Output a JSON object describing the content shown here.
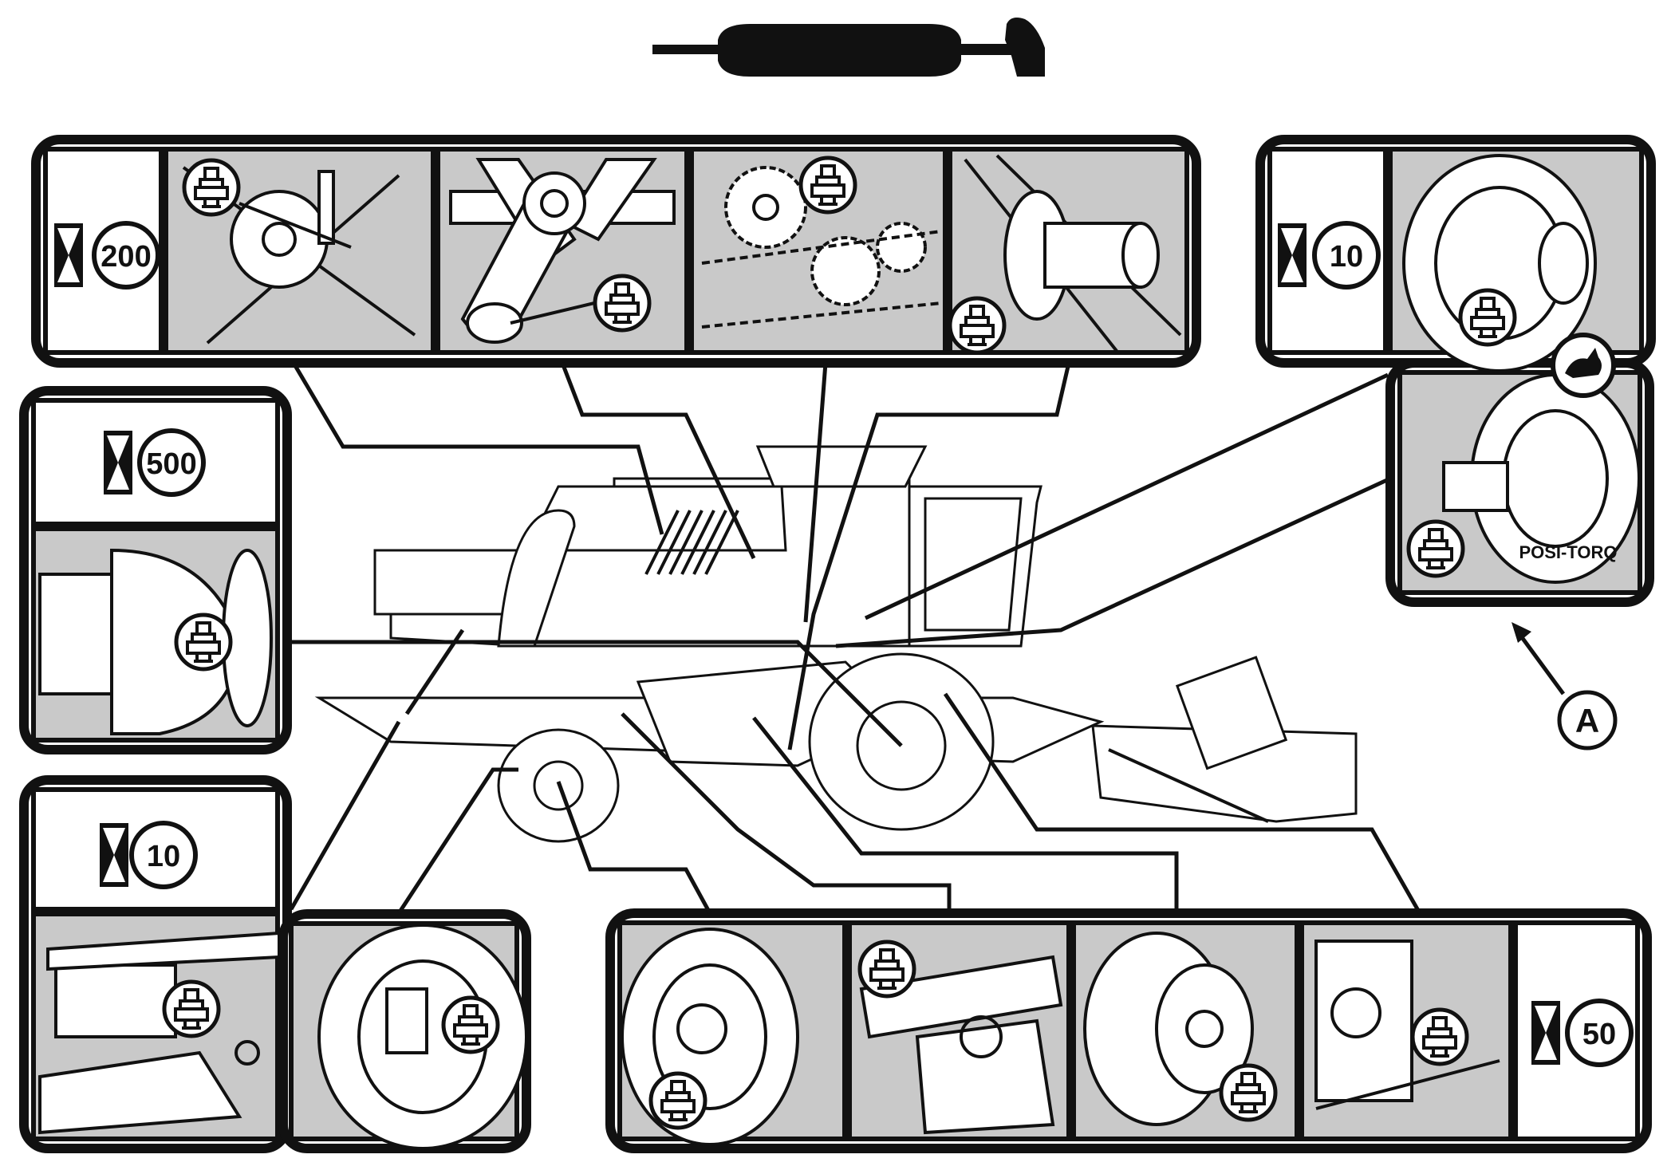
{
  "title_icon": "grease-gun-icon",
  "fitting_icon": "grease-fitting-icon",
  "interval_icon": "hourglass-icon",
  "panels": {
    "top_interval": "200",
    "left_interval": "500",
    "bottom_left_interval": "10",
    "bottom_right_interval": "50",
    "right_interval": "10"
  },
  "labels": {
    "posi_torq": "POSI-TORQ",
    "callout_a": "A"
  },
  "colors": {
    "line": "#111111",
    "shade": "#c9c9c9",
    "background": "#ffffff"
  }
}
